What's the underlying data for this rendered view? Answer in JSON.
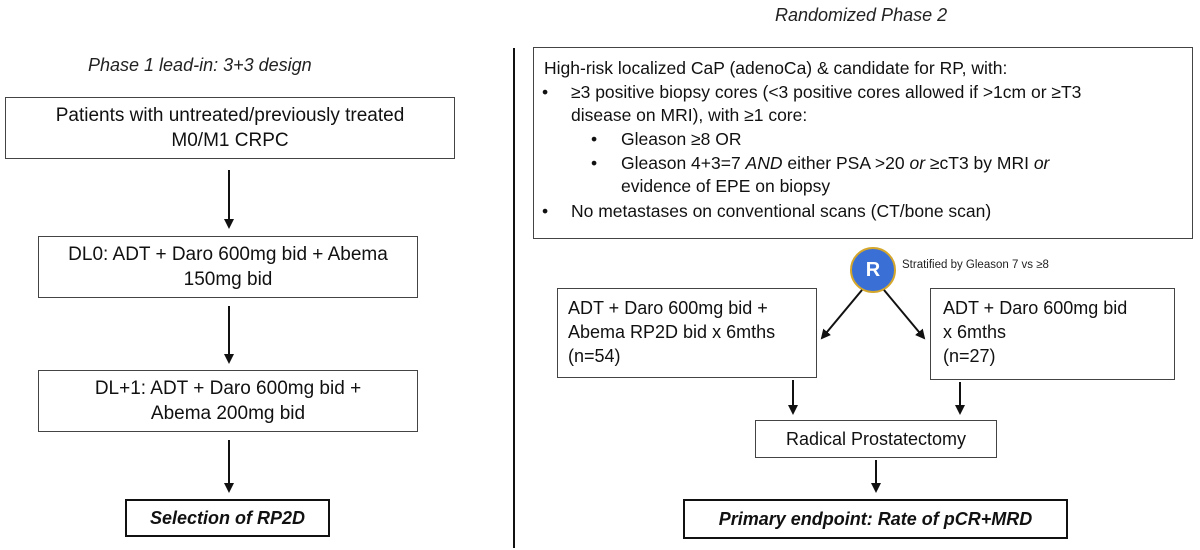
{
  "headings": {
    "left": "Phase 1 lead-in: 3+3 design",
    "right": "Randomized Phase 2"
  },
  "left": {
    "patients": [
      "Patients with untreated/previously treated",
      "M0/M1 CRPC"
    ],
    "dl0": [
      "DL0: ADT + Daro 600mg bid + Abema",
      "150mg bid"
    ],
    "dl1": [
      "DL+1: ADT + Daro 600mg bid +",
      "Abema 200mg bid"
    ],
    "selection": "Selection of RP2D"
  },
  "right": {
    "criteria": {
      "title": "High-risk localized CaP (adenoCa) & candidate for RP, with:",
      "b1_line1": "≥3 positive biopsy cores (<3 positive cores allowed if >1cm or ≥T3",
      "b1_line2": "disease on MRI), with ≥1 core:",
      "s1": "Gleason ≥8 OR",
      "s2_a": "Gleason 4+3=7 ",
      "s2_and": "AND",
      "s2_b": " either PSA >20 ",
      "s2_or1": "or",
      "s2_c": " ≥cT3 by MRI ",
      "s2_or2": "or",
      "s2_line2": "evidence of EPE on biopsy",
      "b2": "No metastases on conventional scans (CT/bone scan)",
      "bullet": "•"
    },
    "randomize": {
      "label": "R",
      "stratified": "Stratified by Gleason 7 vs ≥8"
    },
    "arm_a": [
      "ADT + Daro 600mg bid +",
      "Abema RP2D bid x 6mths",
      "(n=54)"
    ],
    "arm_b": [
      "ADT + Daro 600mg bid",
      "x 6mths",
      "(n=27)"
    ],
    "prostatectomy": "Radical Prostatectomy",
    "endpoint": "Primary endpoint: Rate of pCR+MRD"
  },
  "colors": {
    "r_fill": "#3a6fd6",
    "r_border": "#d4a72c",
    "line": "#111111"
  }
}
